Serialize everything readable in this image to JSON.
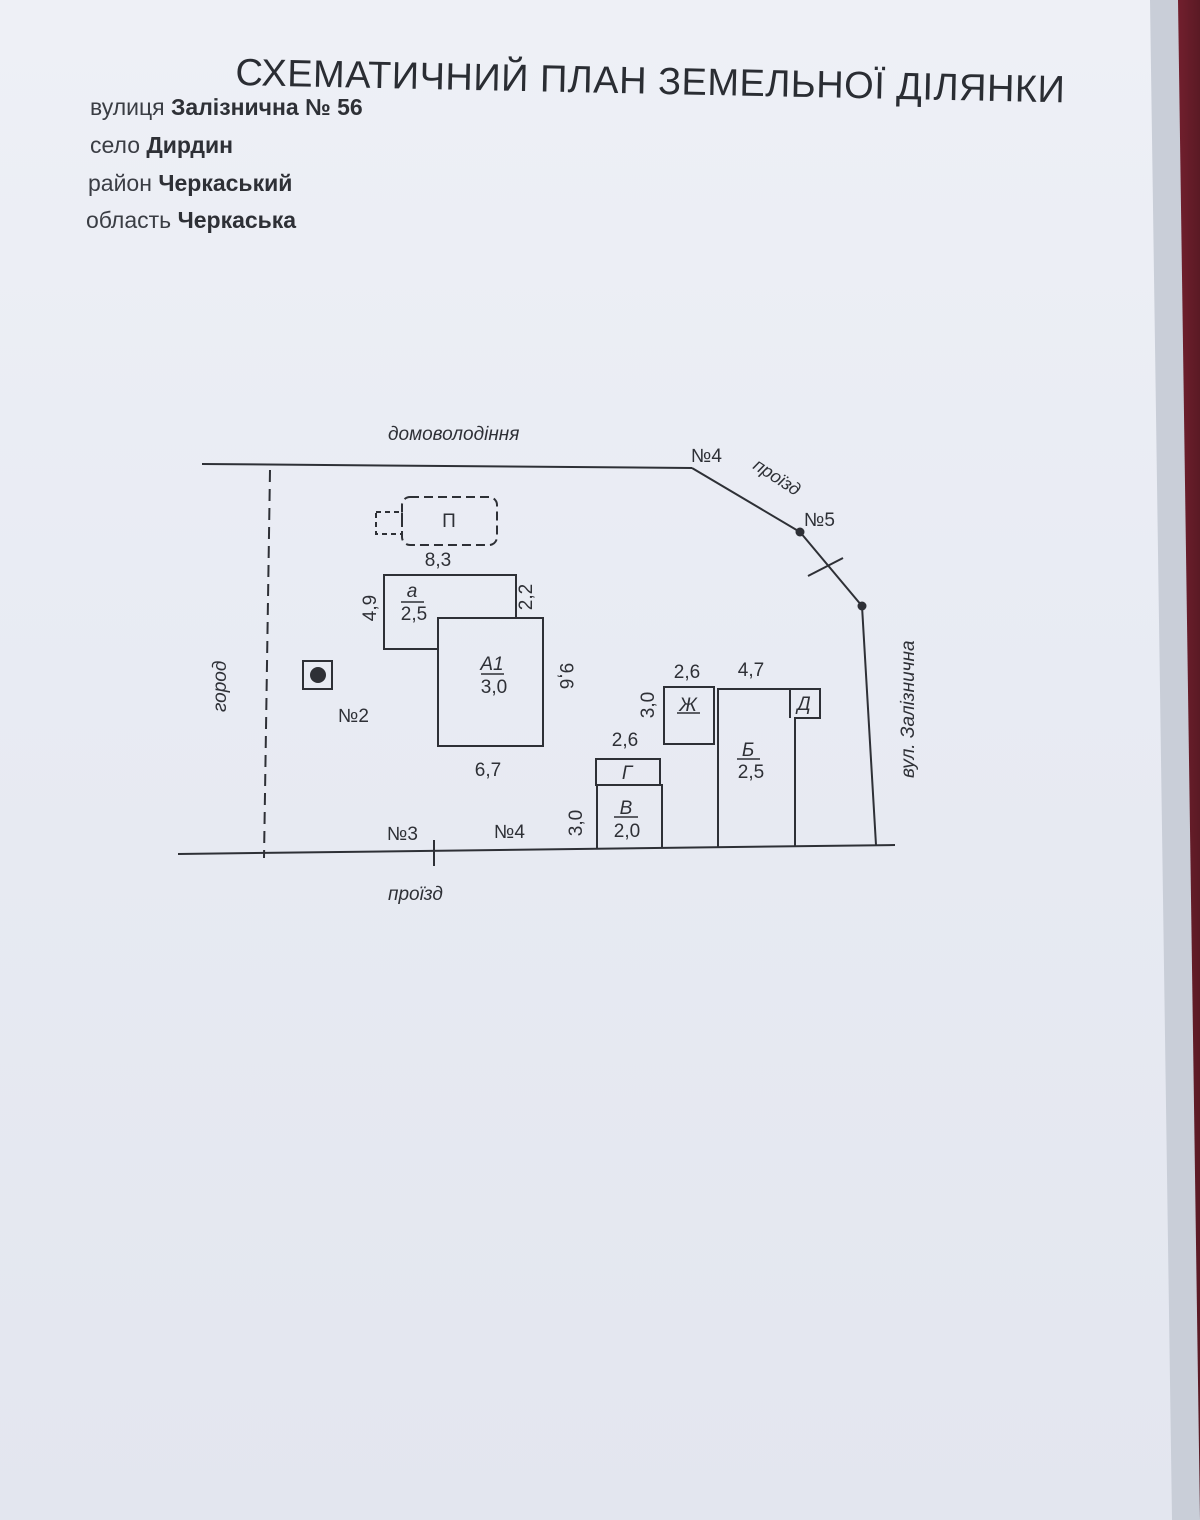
{
  "document": {
    "title": "СХЕМАТИЧНИЙ ПЛАН ЗЕМЕЛЬНОЇ ДІЛЯНКИ",
    "address": {
      "street_label": "вулиця",
      "street_value": "Залізнична  № 56",
      "village_label": "село",
      "village_value": "Дирдин",
      "district_label": "район",
      "district_value": "Черкаський",
      "region_label": "область",
      "region_value": "Черкаська"
    }
  },
  "plan": {
    "neighbors": {
      "top": "домоволодіння",
      "left": "город",
      "bottom": "проїзд",
      "top_right": "проїзд",
      "right": "вул. Залізнична"
    },
    "points": {
      "p2": "№2",
      "p3": "№3",
      "p4_top": "№4",
      "p4_bottom": "№4",
      "p5": "№5"
    },
    "buildings": {
      "P": "П",
      "a_name": "а",
      "a_height": "2,5",
      "A1_name": "А1",
      "A1_height": "3,0",
      "B_name": "Б",
      "B_height": "2,5",
      "V_name": "В",
      "V_height": "2,0",
      "G_name": "Г",
      "Zh_name": "Ж",
      "D_name": "Д"
    },
    "dimensions": {
      "d_8_3": "8,3",
      "d_4_9": "4,9",
      "d_2_2": "2,2",
      "d_9_6": "9,6",
      "d_6_7": "6,7",
      "d_2_6_top": "2,6",
      "d_4_7": "4,7",
      "d_3_0_zh": "3,0",
      "d_2_6_g": "2,6",
      "d_3_0_v": "3,0"
    }
  }
}
